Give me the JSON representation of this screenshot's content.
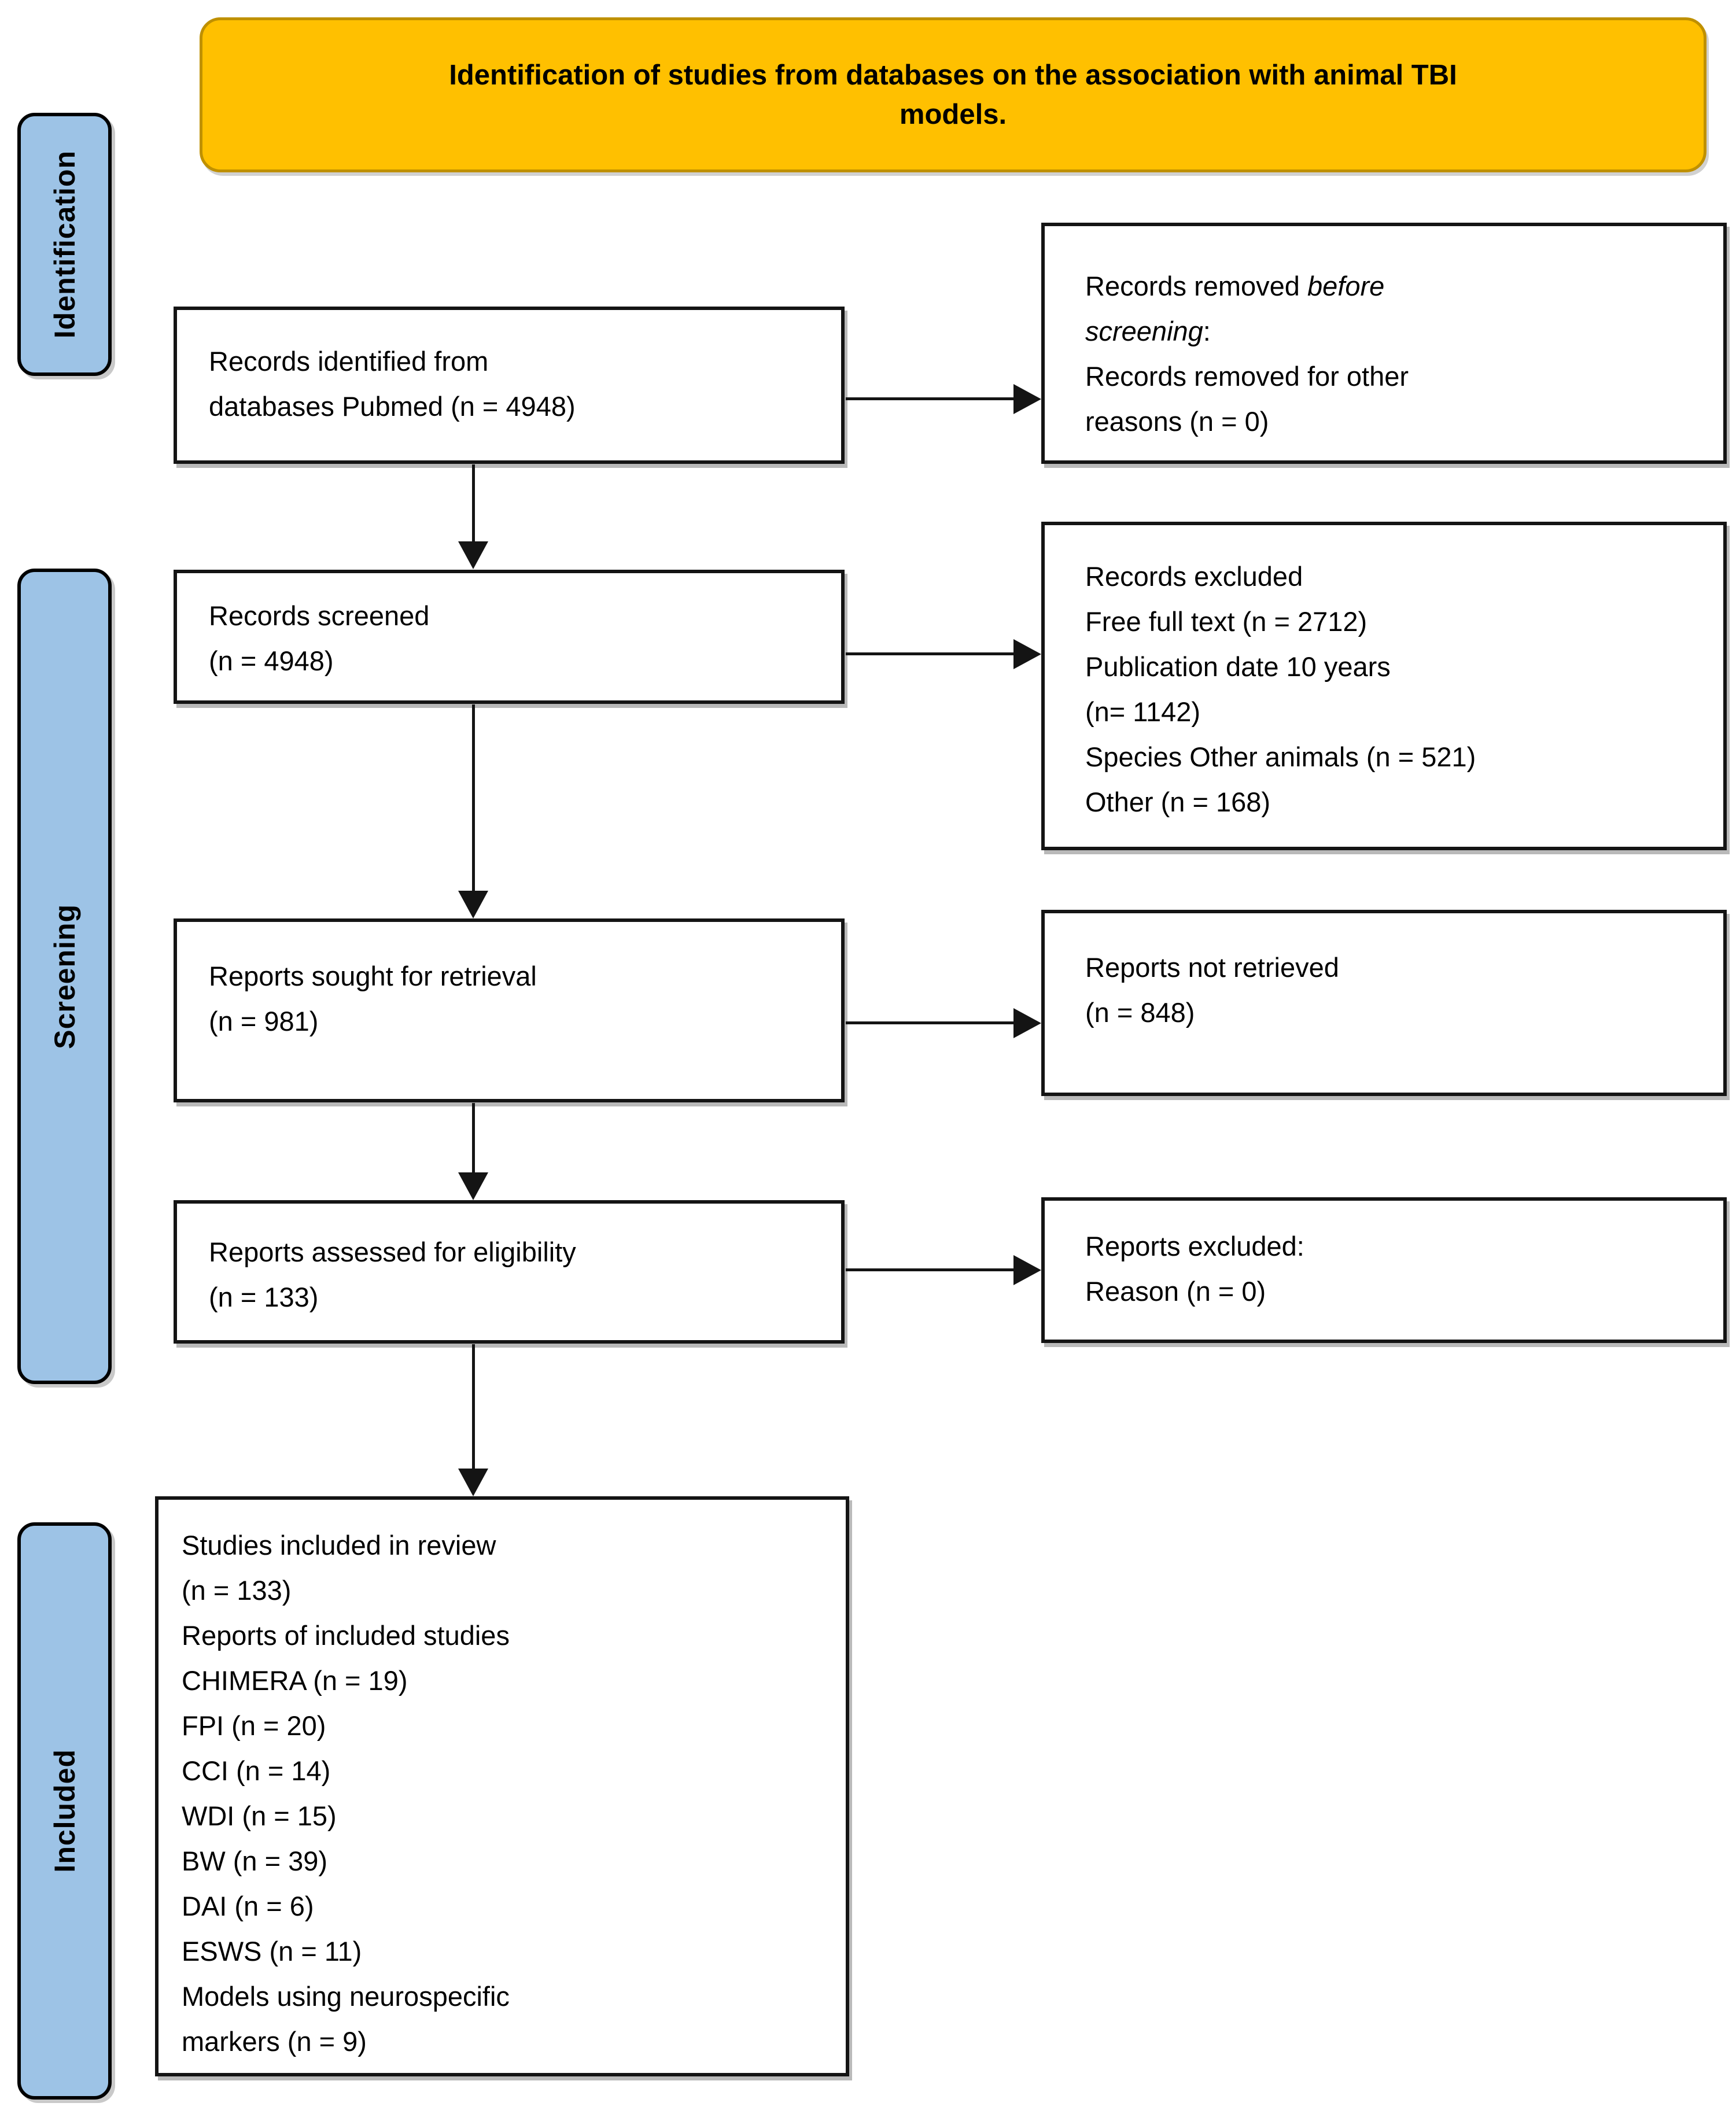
{
  "title_lines": [
    "Identification of studies from databases on the association with animal TBI",
    "models."
  ],
  "colors": {
    "page_bg": "#FFFFFF",
    "text": "#000000",
    "title_fill": "#FFC000",
    "title_border": "#BF9000",
    "stage_fill": "#9DC3E6",
    "stage_border": "#000000",
    "box_border": "#141414",
    "arrow": "#141414"
  },
  "stages": [
    {
      "label": "Identification"
    },
    {
      "label": "Screening"
    },
    {
      "label": "Included"
    }
  ],
  "boxes": {
    "identified": {
      "lines": [
        "Records identified from",
        "databases Pubmed (n = 4948)"
      ]
    },
    "screened": {
      "lines": [
        "Records screened",
        "(n = 4948)"
      ]
    },
    "sought": {
      "lines": [
        "Reports sought for retrieval",
        "(n = 981)"
      ]
    },
    "assessed": {
      "lines": [
        "Reports assessed for eligibility",
        "(n = 133)"
      ]
    },
    "included": {
      "lines": [
        "Studies included in review",
        "(n = 133)",
        "Reports of included studies",
        "CHIMERA (n = 19)",
        "FPI (n = 20)",
        "CCI (n = 14)",
        "WDI (n = 15)",
        "BW (n = 39)",
        "DAI (n = 6)",
        "ESWS (n = 11)",
        "Models using neurospecific",
        "markers (n = 9)"
      ]
    },
    "removed_before": {
      "lines": [
        [
          {
            "t": "Records removed ",
            "i": false
          },
          {
            "t": "before",
            "i": true
          }
        ],
        [
          {
            "t": "screening",
            "i": true
          },
          {
            "t": ":",
            "i": false
          }
        ],
        [
          {
            "t": "Records removed for other",
            "i": false
          }
        ],
        [
          {
            "t": "reasons (n = 0)",
            "i": false
          }
        ]
      ]
    },
    "excluded": {
      "lines": [
        "Records excluded",
        "Free full text (n = 2712)",
        "Publication date 10 years",
        "(n= 1142)",
        "Species Other animals (n = 521)",
        "Other (n = 168)"
      ]
    },
    "not_retrieved": {
      "lines": [
        "Reports not retrieved",
        "(n = 848)"
      ]
    },
    "reports_excluded": {
      "lines": [
        "Reports excluded:",
        "Reason (n = 0)"
      ]
    }
  }
}
